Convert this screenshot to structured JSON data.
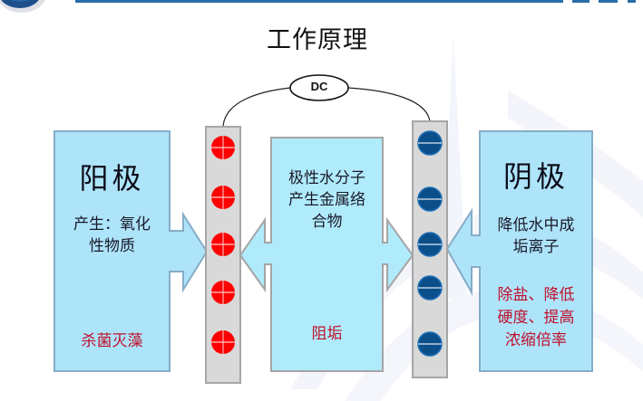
{
  "title": "工作原理",
  "power_source": {
    "label": "DC"
  },
  "anode": {
    "heading": "阳极",
    "description_lines": [
      "产生：氧化",
      "性物质"
    ],
    "effect_lines": [
      "杀菌灭藻"
    ],
    "charge_sign": "+",
    "charge_count": 5
  },
  "middle": {
    "description_lines": [
      "极性水分子",
      "产生金属络",
      "合物"
    ],
    "effect_lines": [
      "阻垢"
    ]
  },
  "cathode": {
    "heading": "阴极",
    "description_lines": [
      "降低水中成",
      "垢离子"
    ],
    "effect_lines": [
      "除盐、降低",
      "硬度、提高",
      "浓缩倍率"
    ],
    "charge_sign": "-",
    "charge_count": 5
  },
  "colors": {
    "box_fill": "#aee4fa",
    "anode_charge": "#ff0000",
    "cathode_charge": "#0b4f8a",
    "plate_fill": "#d9d9d9",
    "effect_text": "#c0102a",
    "header_line": "#2a6ea8"
  }
}
